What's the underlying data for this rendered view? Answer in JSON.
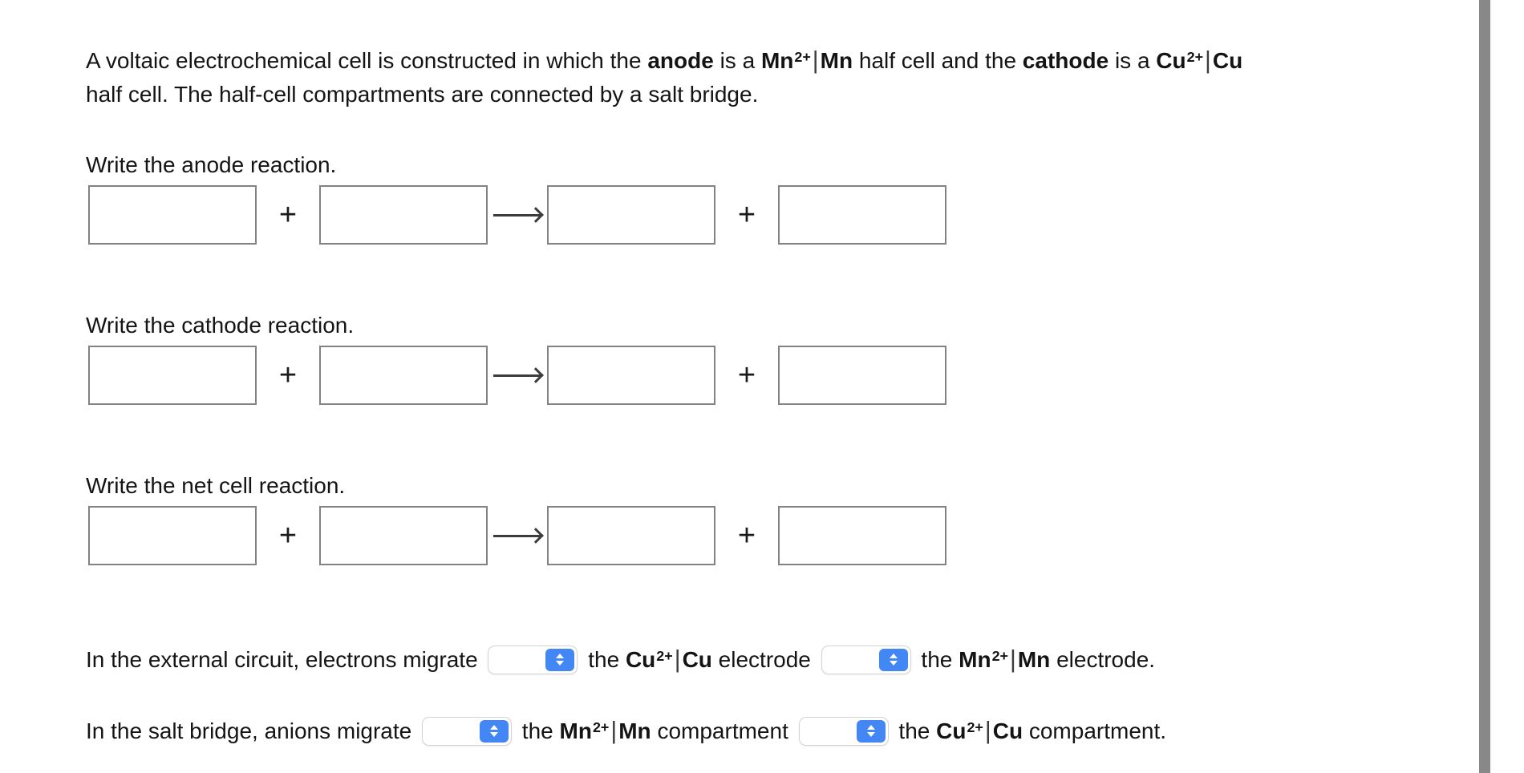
{
  "intro": {
    "t1": "A voltaic electrochemical cell is constructed in which the",
    "anode": "anode",
    "t2": "is a",
    "t3": "half cell and the",
    "cathode": "cathode",
    "t4": "is a",
    "t5": "half cell. The half-cell compartments are connected by a salt bridge."
  },
  "formulas": {
    "mn": {
      "sym": "Mn",
      "sup": "2+",
      "bar": "|",
      "metal": "Mn"
    },
    "cu": {
      "sym": "Cu",
      "sup": "2+",
      "bar": "|",
      "metal": "Cu"
    }
  },
  "sections": [
    {
      "label": "Write the anode reaction."
    },
    {
      "label": "Write the cathode reaction."
    },
    {
      "label": "Write the net cell reaction."
    }
  ],
  "reaction_row": {
    "plus": "+",
    "arrow_icon": "right-arrow-icon",
    "input_value": "",
    "input_placeholder": ""
  },
  "sentence1": {
    "t1": "In the external circuit, electrons migrate",
    "t2": "the",
    "t3": "electrode",
    "t4": "the",
    "t5": "electrode."
  },
  "sentence2": {
    "t1": "In the salt bridge, anions migrate",
    "t2": "the",
    "t3": "compartment",
    "t4": "the",
    "t5": "compartment."
  },
  "dropdown": {
    "value": "",
    "chevron_icon": "chevron-up-down-icon"
  },
  "colors": {
    "accent_blue": "#4387f4",
    "box_border": "#828282",
    "text": "#141414",
    "dropdown_border": "#d4d4d4",
    "scrollbar": "#888888"
  }
}
